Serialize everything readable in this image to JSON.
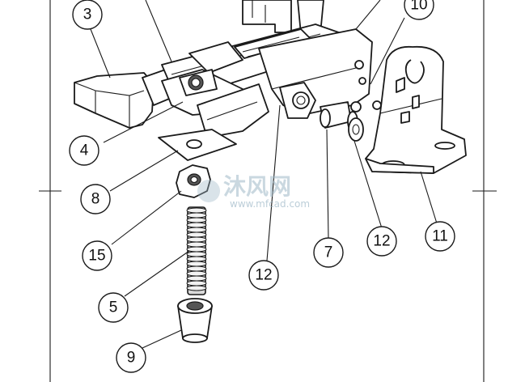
{
  "callouts": [
    {
      "id": "c3",
      "label": "3"
    },
    {
      "id": "c10",
      "label": "10"
    },
    {
      "id": "c4",
      "label": "4"
    },
    {
      "id": "c8",
      "label": "8"
    },
    {
      "id": "c15",
      "label": "15"
    },
    {
      "id": "c5",
      "label": "5"
    },
    {
      "id": "c9",
      "label": "9"
    },
    {
      "id": "c12a",
      "label": "12"
    },
    {
      "id": "c7",
      "label": "7"
    },
    {
      "id": "c12b",
      "label": "12"
    },
    {
      "id": "c11",
      "label": "11"
    }
  ],
  "watermark": {
    "text": "沐风网",
    "url": "www.mfcad.com"
  }
}
